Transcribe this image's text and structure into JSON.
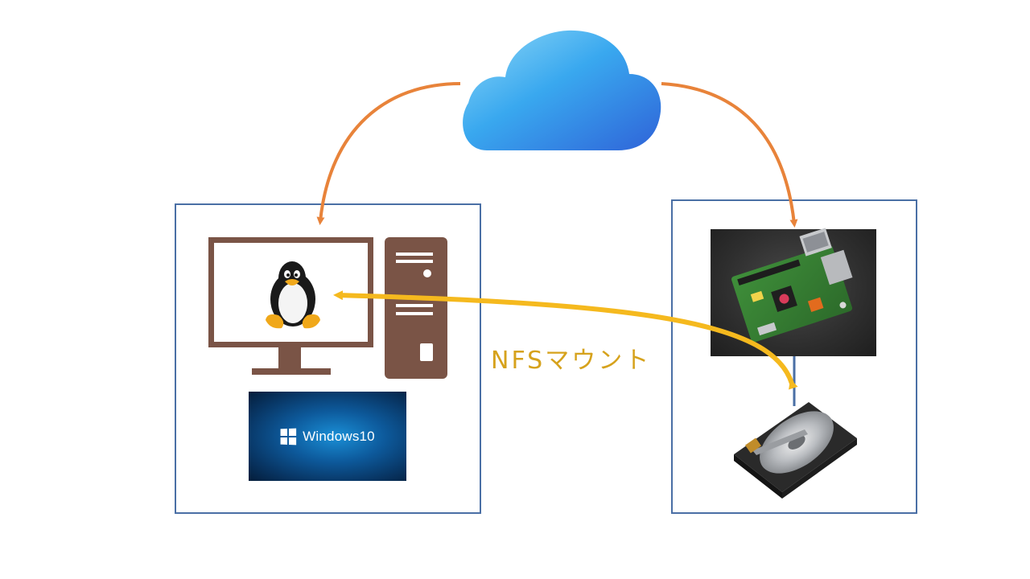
{
  "diagram": {
    "connection_label": "NFSマウント",
    "windows_logo_text": "Windows10",
    "nodes": [
      {
        "id": "cloud",
        "icon": "cloud-icon"
      },
      {
        "id": "pc",
        "icon": "desktop-computer-icon"
      },
      {
        "id": "linux",
        "icon": "linux-penguin-icon"
      },
      {
        "id": "windows",
        "icon": "windows-logo-icon"
      },
      {
        "id": "raspberry-pi",
        "icon": "raspberry-pi-board-icon"
      },
      {
        "id": "hdd",
        "icon": "hard-disk-drive-icon"
      }
    ],
    "colors": {
      "cloud_arrow": "#e8833a",
      "nfs_arrow": "#f5b91e",
      "nfs_label": "#d6a21c",
      "box_border": "#4a6fa5",
      "computer": "#7a5446"
    }
  }
}
